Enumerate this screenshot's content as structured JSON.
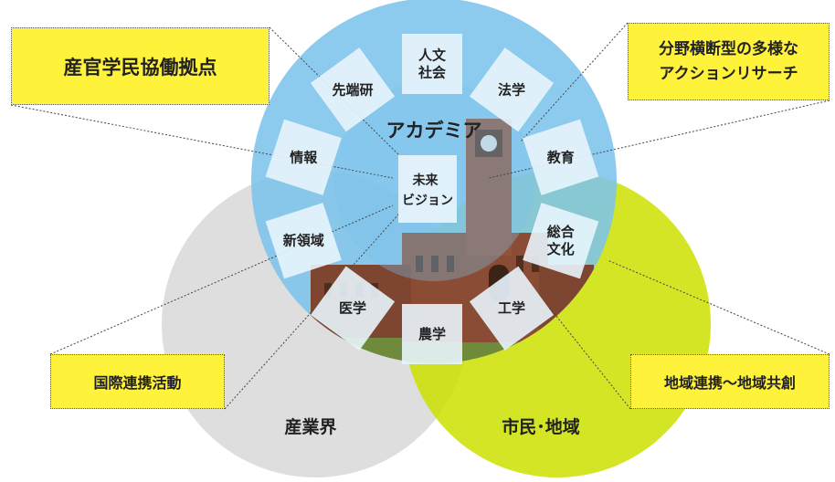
{
  "circles": {
    "academia": {
      "label": "アカデミア",
      "color": "#7cc4ec"
    },
    "industry": {
      "label": "産業界",
      "color": "#d9d9d9"
    },
    "citizens": {
      "label": "市民･地域",
      "color": "#cde000"
    }
  },
  "center": {
    "lines": [
      "未来",
      "ビジョン"
    ]
  },
  "fields": [
    {
      "id": "humanities",
      "lines": [
        "人文",
        "社会"
      ]
    },
    {
      "id": "law",
      "lines": [
        "法学"
      ]
    },
    {
      "id": "education",
      "lines": [
        "教育"
      ]
    },
    {
      "id": "interdisciplinary",
      "lines": [
        "総合",
        "文化"
      ]
    },
    {
      "id": "engineering",
      "lines": [
        "工学"
      ]
    },
    {
      "id": "agriculture",
      "lines": [
        "農学"
      ]
    },
    {
      "id": "medicine",
      "lines": [
        "医学"
      ]
    },
    {
      "id": "new-fields",
      "lines": [
        "新領域"
      ]
    },
    {
      "id": "information",
      "lines": [
        "情報"
      ]
    },
    {
      "id": "advanced-research",
      "lines": [
        "先端研"
      ]
    }
  ],
  "callouts": {
    "collaboration": {
      "lines": [
        "産官学民協働拠点"
      ]
    },
    "action_research": {
      "lines": [
        "分野横断型の多様な",
        "アクションリサーチ"
      ]
    },
    "international": {
      "lines": [
        "国際連携活動"
      ]
    },
    "regional": {
      "lines": [
        "地域連携～地域共創"
      ]
    }
  },
  "colors": {
    "callout_fill": "#fff23a",
    "petal_fill": "#e8f4fc",
    "text": "#222222",
    "building_brick": "#8a4c34"
  }
}
